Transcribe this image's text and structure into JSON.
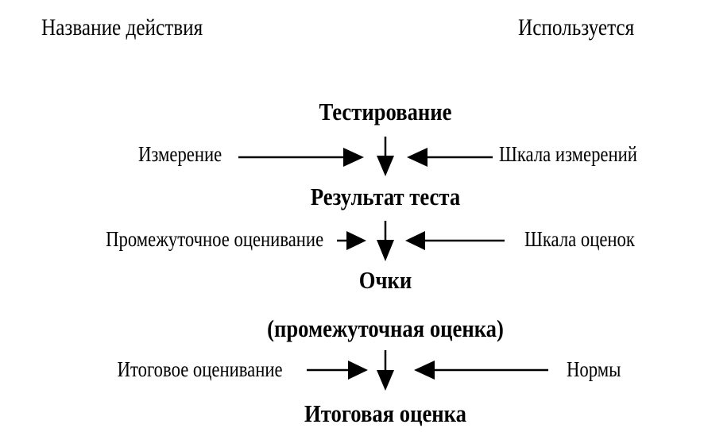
{
  "header": {
    "left": "Название действия",
    "right": "Используется"
  },
  "stages": {
    "s1": "Тестирование",
    "s2": "Результат теста",
    "s3a": "Очки",
    "s3b": "(промежуточная оценка)",
    "s4": "Итоговая оценка"
  },
  "actions": {
    "a1": "Измерение",
    "a2": "Промежуточное оценивание",
    "a3": "Итоговое оценивание"
  },
  "uses": {
    "u1": "Шкала измерений",
    "u2": "Шкала оценок",
    "u3": "Нормы"
  }
}
